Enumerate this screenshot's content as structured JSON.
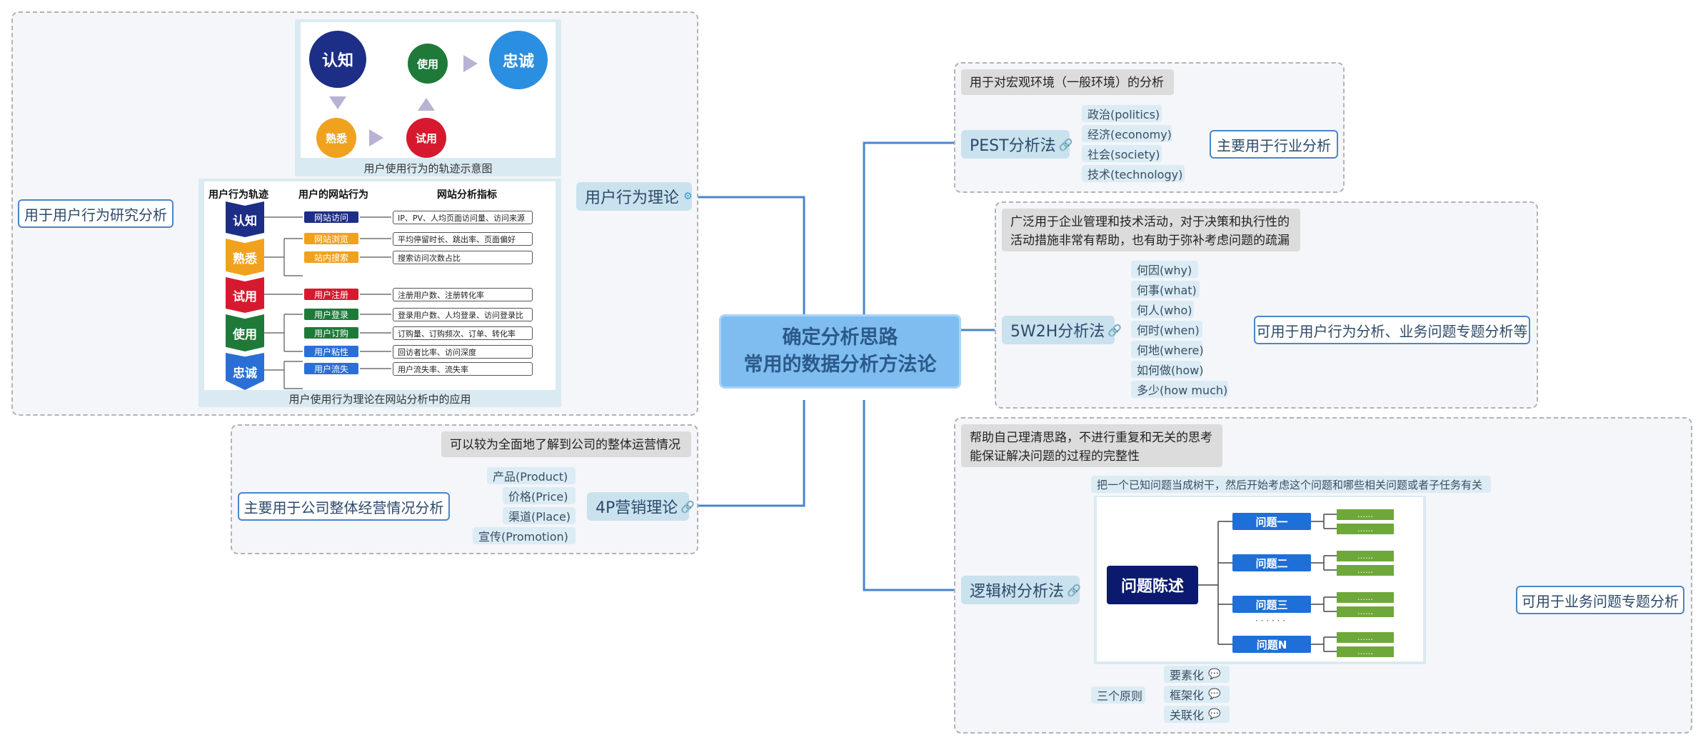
{
  "central": {
    "line1": "确定分析思路",
    "line2": "常用的数据分析方法论"
  },
  "user_behavior": {
    "topic": "用户行为理论",
    "summary": "用于用户行为研究分析",
    "image1": {
      "caption": "用户使用行为的轨迹示意图",
      "circles": [
        "认知",
        "使用",
        "忠诚",
        "熟悉",
        "试用"
      ]
    },
    "image2": {
      "caption": "用户使用行为理论在网站分析中的应用",
      "headers": [
        "用户行为轨迹",
        "用户的网站行为",
        "网站分析指标"
      ],
      "stages": [
        "认知",
        "熟悉",
        "试用",
        "使用",
        "忠诚"
      ],
      "actions": [
        "网站访问",
        "网站浏览",
        "站内搜索",
        "用户注册",
        "用户登录",
        "用户订购",
        "用户粘性",
        "用户流失"
      ],
      "metrics": [
        "IP、PV、人均页面访问量、访问来源",
        "平均停留时长、跳出率、页面偏好",
        "搜索访问次数占比",
        "注册用户数、注册转化率",
        "登录用户数、人均登录、访问登录比",
        "订购量、订购频次、订单、转化率",
        "回访者比率、访问深度",
        "用户流失率、流失率"
      ]
    }
  },
  "marketing_4p": {
    "topic": "4P营销理论",
    "callout": "可以较为全面地了解到公司的整体运营情况",
    "summary": "主要用于公司整体经营情况分析",
    "items": [
      "产品(Product)",
      "价格(Price)",
      "渠道(Place)",
      "宣传(Promotion)"
    ]
  },
  "pest": {
    "topic": "PEST分析法",
    "callout": "用于对宏观环境（一般环境）的分析",
    "summary": "主要用于行业分析",
    "items": [
      "政治(politics)",
      "经济(economy)",
      "社会(society)",
      "技术(technology)"
    ]
  },
  "w5h2": {
    "topic": "5W2H分析法",
    "callout_line1": "广泛用于企业管理和技术活动，对于决策和执行性的",
    "callout_line2": "活动措施非常有帮助，也有助于弥补考虑问题的疏漏",
    "summary": "可用于用户行为分析、业务问题专题分析等",
    "items": [
      "何因(why)",
      "何事(what)",
      "何人(who)",
      "何时(when)",
      "何地(where)",
      "如何做(how)",
      "多少(how much)"
    ]
  },
  "logic_tree": {
    "topic": "逻辑树分析法",
    "callout_line1": "帮助自己理清思路，不进行重复和无关的思考",
    "callout_line2": "能保证解决问题的过程的完整性",
    "desc": "把一个已知问题当成树干，然后开始考虑这个问题和哪些相关问题或者子任务有关",
    "summary": "可用于业务问题专题分析",
    "root": "问题陈述",
    "questions": [
      "问题一",
      "问题二",
      "问题三",
      "问题N"
    ],
    "leaf": "……",
    "dots": "· · · · · ·",
    "principles_label": "三个原则",
    "principles": [
      "要素化",
      "框架化",
      "关联化"
    ]
  },
  "colors": {
    "line": "#4a86c8",
    "topic_bg": "#c9e2ee",
    "central_bg": "#7fbdf0",
    "summary_border": "#4a86c8"
  },
  "icons": {
    "link": "link-icon",
    "note": "comment-icon",
    "collapse": "circle-minus-icon"
  }
}
